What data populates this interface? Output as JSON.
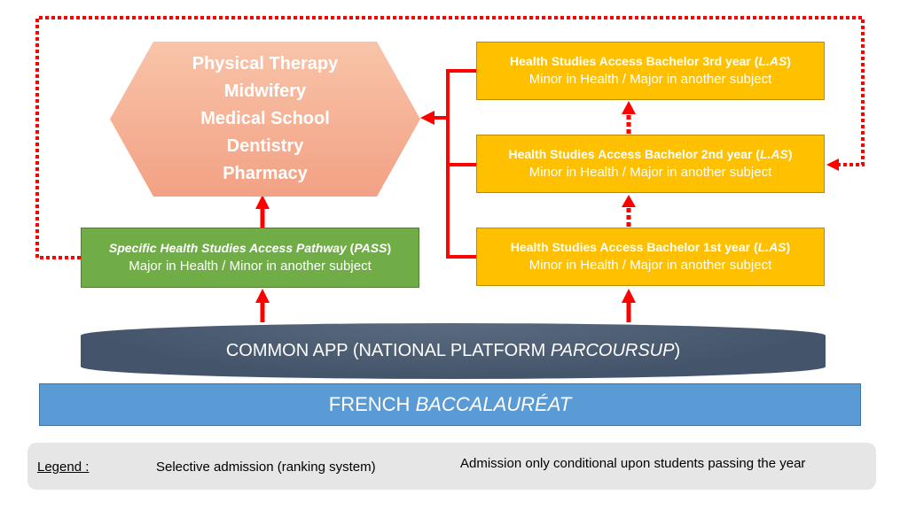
{
  "hexagon": {
    "items": [
      "Physical Therapy",
      "Midwifery",
      "Medical School",
      "Dentistry",
      "Pharmacy"
    ]
  },
  "pass_box": {
    "title_italic": "Specific Health Studies Access Pathway",
    "title_open": " (",
    "title_abbr": "PASS",
    "title_close": ")",
    "subtitle": "Major in Health / Minor in another subject"
  },
  "las_boxes": [
    {
      "title": "Health Studies Access Bachelor 3rd year (",
      "abbr": "L.AS",
      "close": ")",
      "subtitle": "Minor in Health / Major in another subject"
    },
    {
      "title": "Health Studies Access Bachelor 2nd year (",
      "abbr": "L.AS",
      "close": ")",
      "subtitle": "Minor in Health / Major in another subject"
    },
    {
      "title": "Health Studies Access Bachelor 1st year (",
      "abbr": "L.AS",
      "close": ")",
      "subtitle": "Minor in Health / Major in another subject"
    }
  ],
  "platform": {
    "label": "COMMON APP (NATIONAL PLATFORM ",
    "label_italic": "PARCOURSUP",
    "label_close": ")"
  },
  "baccalaureat": {
    "label": "FRENCH ",
    "label_italic": "BACCALAURÉAT"
  },
  "legend": {
    "title": "Legend :",
    "solid_label": "Selective admission (ranking system)",
    "dashed_label": "Admission only conditional upon students passing the year"
  },
  "colors": {
    "arrow": "#ff0000",
    "hexagon": "#f4a586",
    "pass": "#70ad47",
    "las": "#ffc000",
    "platform": "#44546a",
    "baccalaureat": "#5b9bd5",
    "legend_bg": "#e6e6e6"
  }
}
